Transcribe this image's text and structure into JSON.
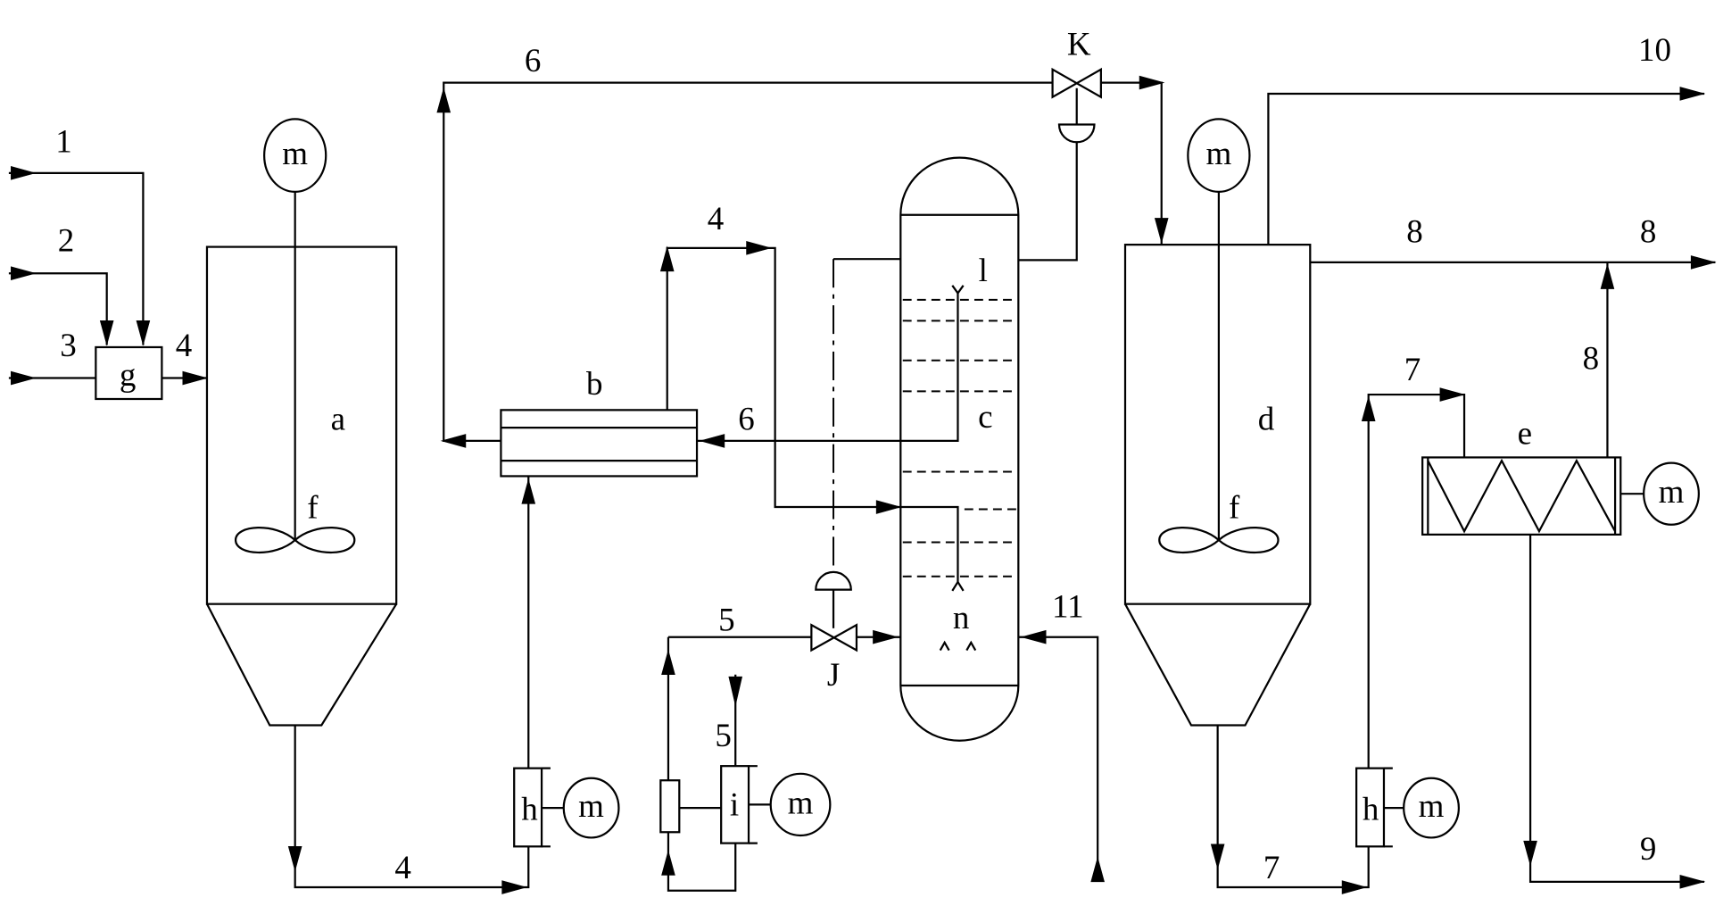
{
  "streams": {
    "s1": "1",
    "s2": "2",
    "s3": "3",
    "s4_feed": "4",
    "s4_bottom": "4",
    "s4_top": "4",
    "s5_valve": "5",
    "s5_pump": "5",
    "s6_top": "6",
    "s6_exchanger": "6",
    "s7_bottom": "7",
    "s7_top": "7",
    "s8_left": "8",
    "s8_right": "8",
    "s8_riser": "8",
    "s9": "9",
    "s10": "10",
    "s11": "11"
  },
  "units": {
    "a": "a",
    "b": "b",
    "c": "c",
    "d": "d",
    "e": "e",
    "f_left": "f",
    "f_right": "f",
    "g": "g",
    "h_left": "h",
    "h_right": "h",
    "i": "i",
    "l": "l",
    "n": "n"
  },
  "valves": {
    "K": "K",
    "J": "J"
  },
  "motors": [
    "m",
    "m",
    "m",
    "m",
    "m",
    "m"
  ]
}
